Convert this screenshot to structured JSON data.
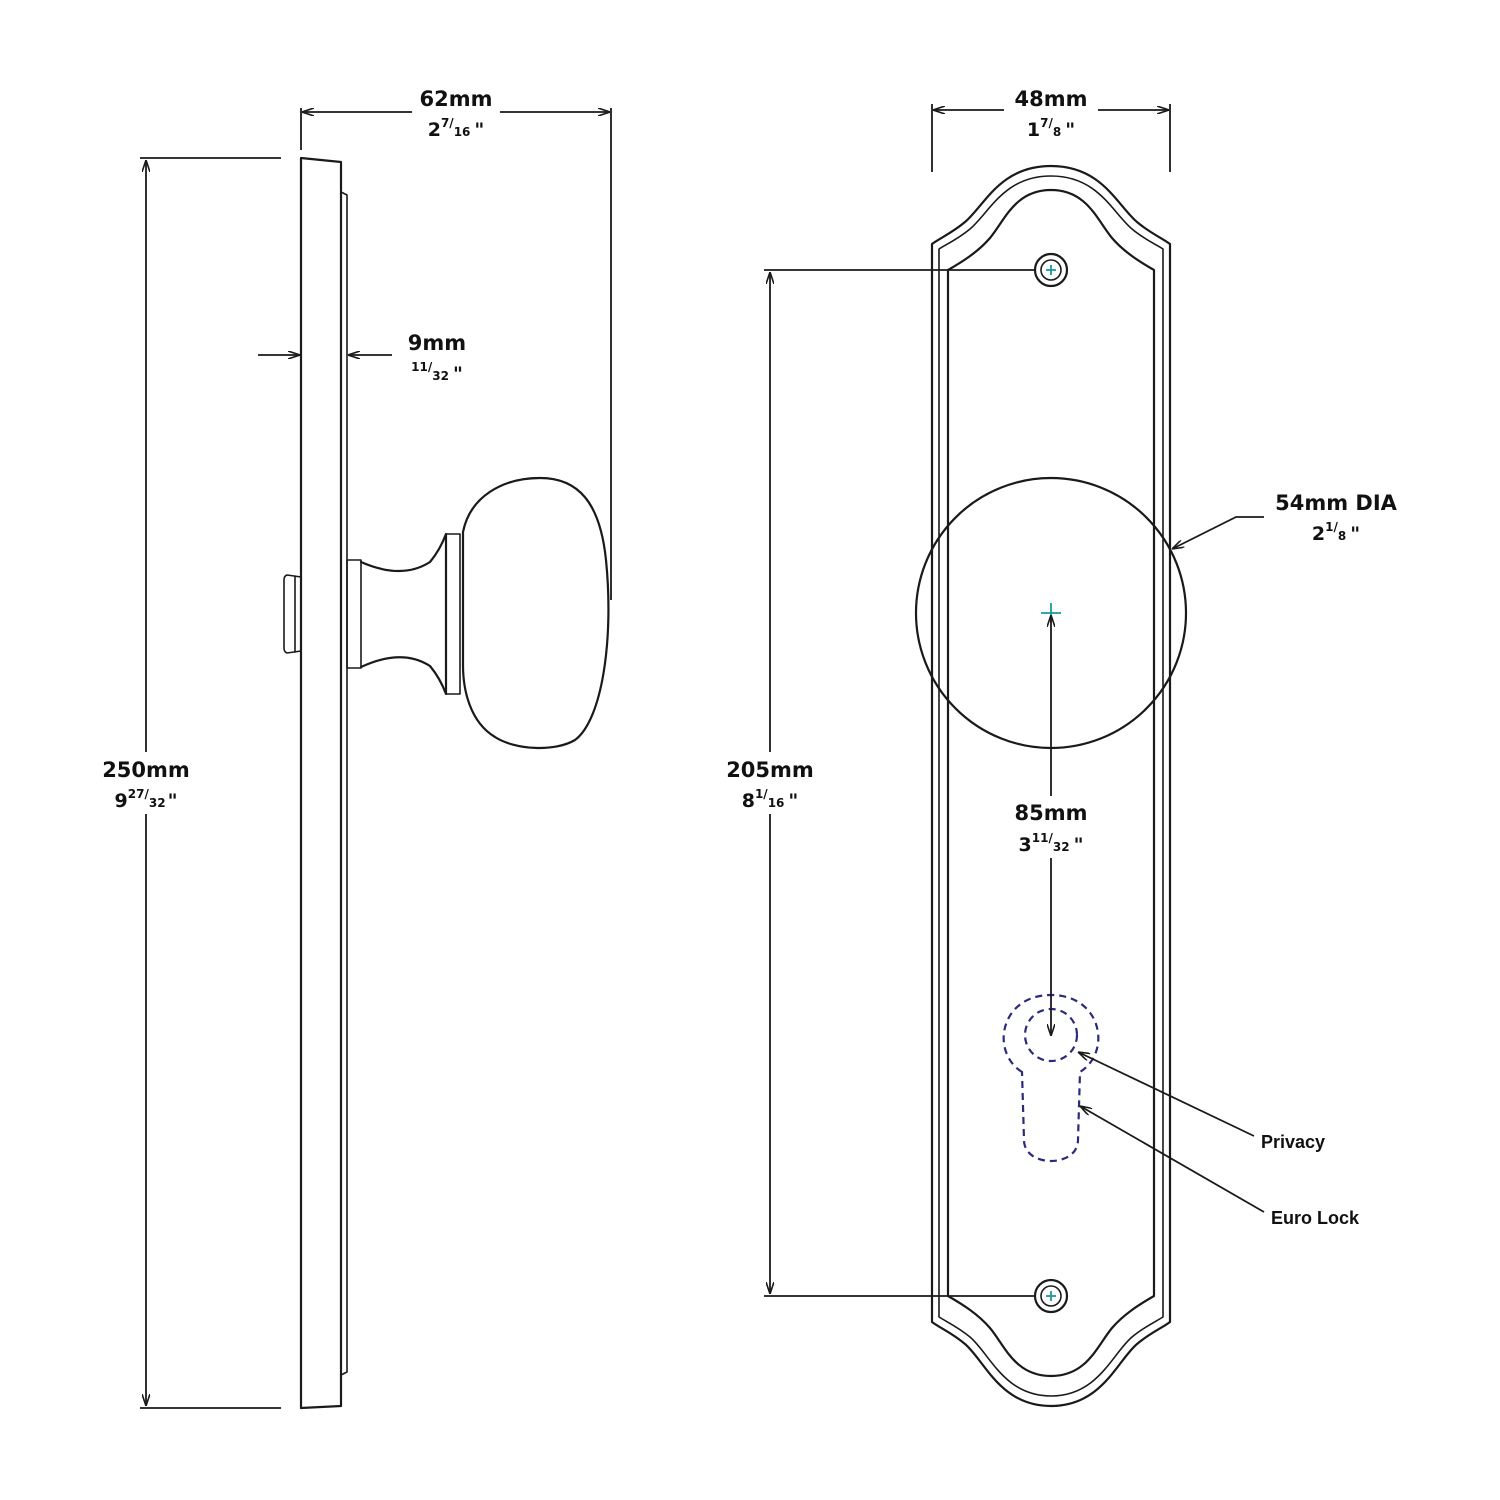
{
  "side_view": {
    "overall_width": {
      "metric": "62mm",
      "whole": "2",
      "num": "7",
      "den": "16"
    },
    "plate_thickness": {
      "metric": "9mm",
      "whole": "",
      "num": "11",
      "den": "32"
    },
    "overall_height": {
      "metric": "250mm",
      "whole": "9",
      "num": "27",
      "den": "32"
    }
  },
  "front_view": {
    "plate_width": {
      "metric": "48mm",
      "whole": "1",
      "num": "7",
      "den": "8"
    },
    "screw_spacing": {
      "metric": "205mm",
      "whole": "8",
      "num": "1",
      "den": "16"
    },
    "knob_diameter": {
      "metric": "54mm DIA",
      "whole": "2",
      "num": "1",
      "den": "8"
    },
    "backset": {
      "metric": "85mm",
      "whole": "3",
      "num": "11",
      "den": "32"
    },
    "callouts": {
      "privacy": "Privacy",
      "euro_lock": "Euro Lock"
    }
  },
  "inch_mark": "\""
}
